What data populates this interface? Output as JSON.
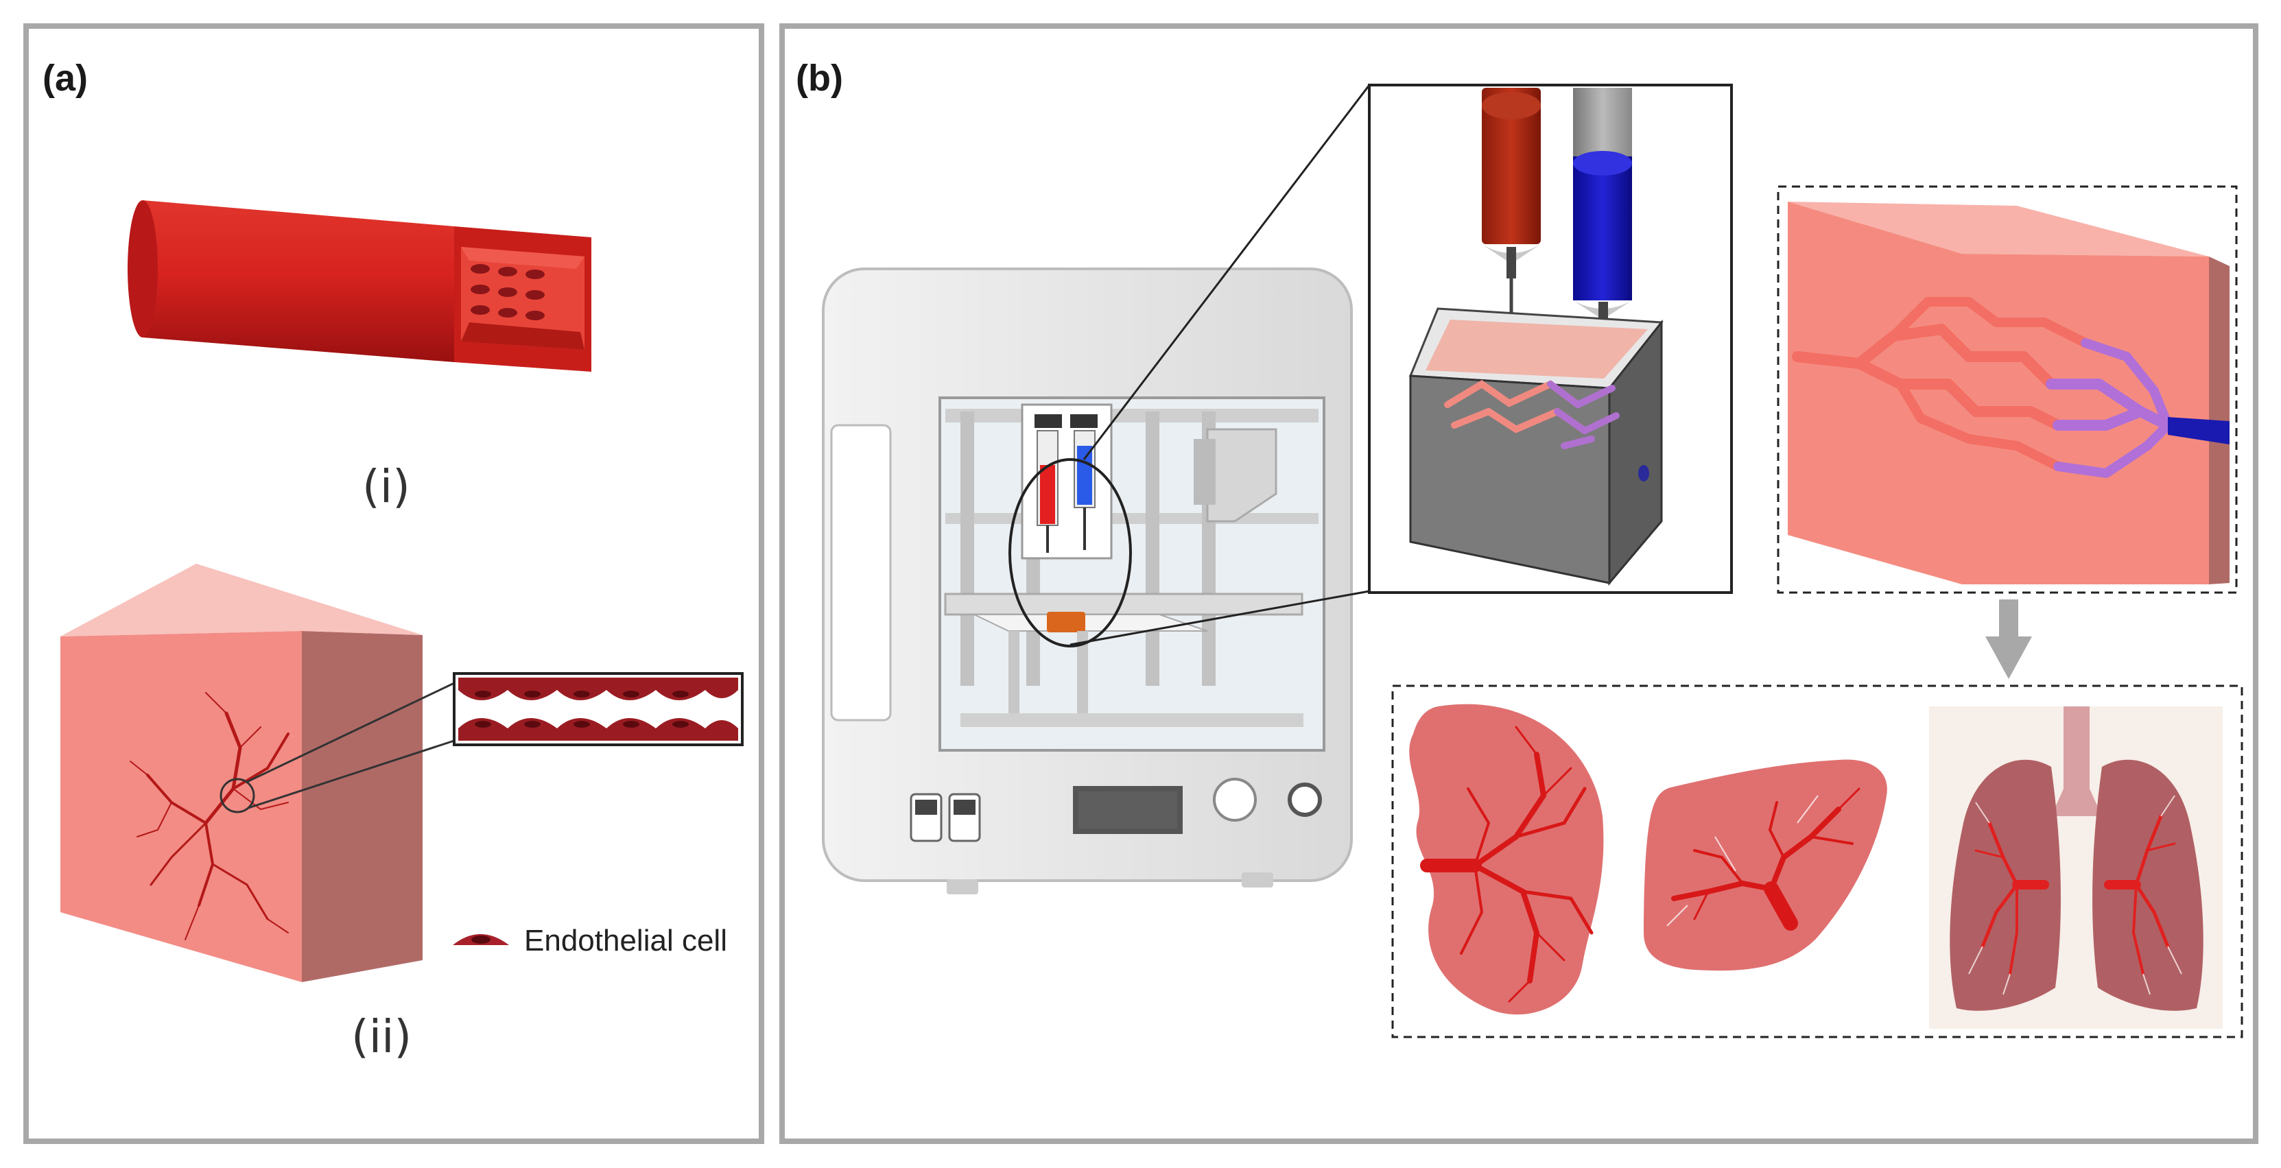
{
  "panels": {
    "a": {
      "label": "(a)",
      "sub_i": "(i)",
      "sub_ii": "(ii)",
      "legend_text": "Endothelial cell"
    },
    "b": {
      "label": "(b)"
    }
  },
  "colors": {
    "panel_border": "#a8a8a8",
    "vessel_red": "#d8231f",
    "tissue_pink": "#f28c85",
    "endothelial": "#a8202a",
    "ink_red": "#c41e1e",
    "ink_blue": "#1a1ab0",
    "branch_purple": "#a868c8"
  }
}
